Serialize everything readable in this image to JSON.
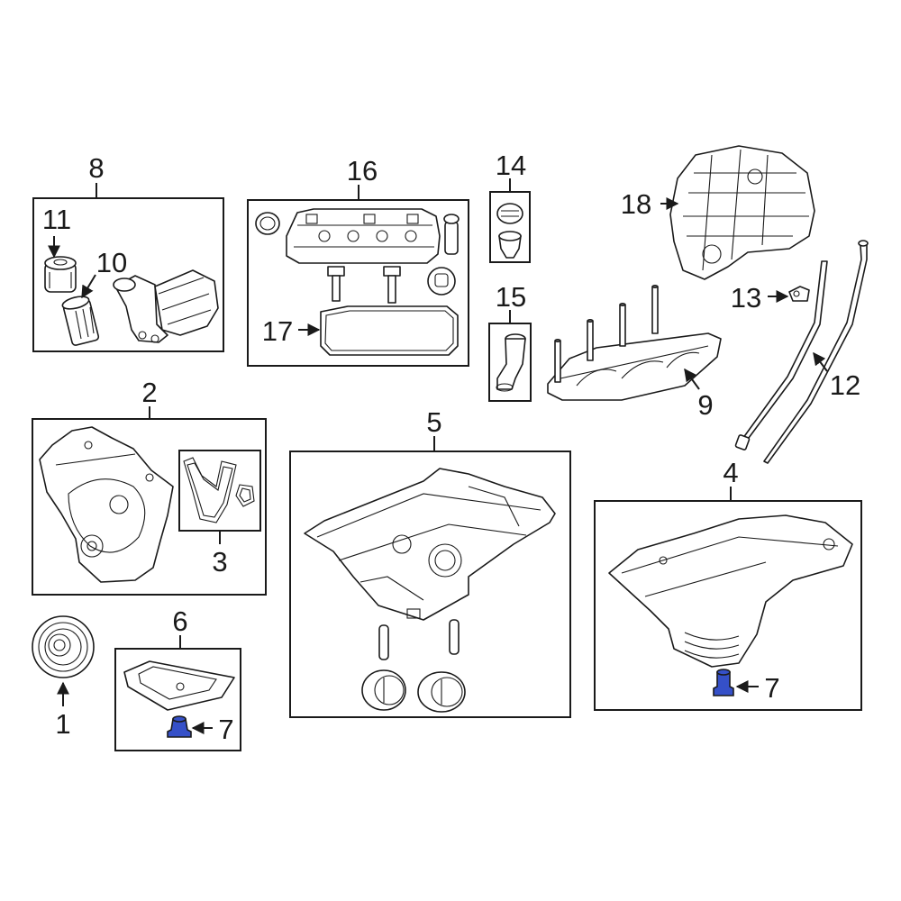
{
  "highlight_color": "#3550c8",
  "callouts": [
    {
      "id": "c1",
      "label": "1"
    },
    {
      "id": "c2",
      "label": "2"
    },
    {
      "id": "c3",
      "label": "3"
    },
    {
      "id": "c4",
      "label": "4"
    },
    {
      "id": "c5",
      "label": "5"
    },
    {
      "id": "c6",
      "label": "6"
    },
    {
      "id": "c7a",
      "label": "7"
    },
    {
      "id": "c7b",
      "label": "7"
    },
    {
      "id": "c8",
      "label": "8"
    },
    {
      "id": "c9",
      "label": "9"
    },
    {
      "id": "c10",
      "label": "10"
    },
    {
      "id": "c11",
      "label": "11"
    },
    {
      "id": "c12",
      "label": "12"
    },
    {
      "id": "c13",
      "label": "13"
    },
    {
      "id": "c14",
      "label": "14"
    },
    {
      "id": "c15",
      "label": "15"
    },
    {
      "id": "c16",
      "label": "16"
    },
    {
      "id": "c17",
      "label": "17"
    },
    {
      "id": "c18",
      "label": "18"
    }
  ]
}
